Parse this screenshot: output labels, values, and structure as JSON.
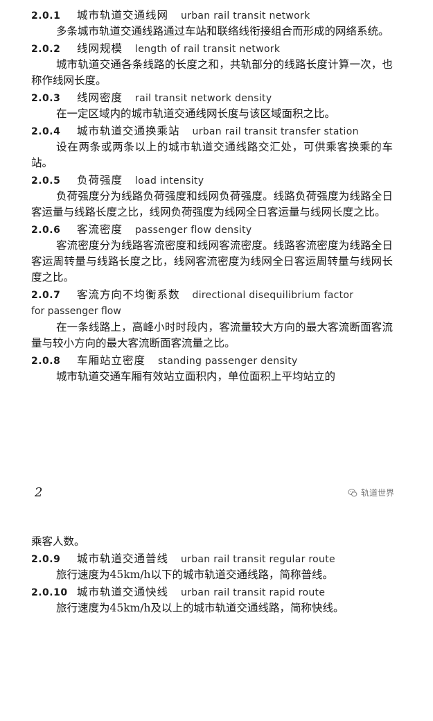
{
  "page_top": {
    "entries": [
      {
        "number": "2.0.1",
        "term_zh": "城市轨道交通线网",
        "term_en": "urban rail transit network",
        "definition": "多条城市轨道交通线路通过车站和联络线衔接组合而形成的网络系统。"
      },
      {
        "number": "2.0.2",
        "term_zh": "线网规模",
        "term_en": "length of rail transit network",
        "definition": "城市轨道交通各条线路的长度之和，共轨部分的线路长度计算一次，也称作线网长度。"
      },
      {
        "number": "2.0.3",
        "term_zh": "线网密度",
        "term_en": "rail transit network density",
        "definition": "在一定区域内的城市轨道交通线网长度与该区域面积之比。"
      },
      {
        "number": "2.0.4",
        "term_zh": "城市轨道交通换乘站",
        "term_en": "urban rail transit transfer station",
        "definition": "设在两条或两条以上的城市轨道交通线路交汇处，可供乘客换乘的车站。"
      },
      {
        "number": "2.0.5",
        "term_zh": "负荷强度",
        "term_en": "load intensity",
        "definition": "负荷强度分为线路负荷强度和线网负荷强度。线路负荷强度为线路全日客运量与线路长度之比，线网负荷强度为线网全日客运量与线网长度之比。"
      },
      {
        "number": "2.0.6",
        "term_zh": "客流密度",
        "term_en": "passenger flow density",
        "definition": "客流密度分为线路客流密度和线网客流密度。线路客流密度为线路全日客运周转量与线路长度之比，线网客流密度为线网全日客运周转量与线网长度之比。"
      },
      {
        "number": "2.0.7",
        "term_zh": "客流方向不均衡系数",
        "term_en": "directional disequilibrium factor",
        "term_en_cont": "for passenger flow",
        "definition": "在一条线路上，高峰小时时段内，客流量较大方向的最大客流断面客流量与较小方向的最大客流断面客流量之比。"
      },
      {
        "number": "2.0.8",
        "term_zh": "车厢站立密度",
        "term_en": "standing passenger density",
        "definition": "城市轨道交通车厢有效站立面积内，单位面积上平均站立的"
      }
    ],
    "page_number": "2",
    "watermark": "轨道世界",
    "watermark_icon": "wechat-icon"
  },
  "page_bottom": {
    "continuation": "乘客人数。",
    "entries": [
      {
        "number": "2.0.9",
        "term_zh": "城市轨道交通普线",
        "term_en": "urban rail transit regular route",
        "definition": "旅行速度为45km/h以下的城市轨道交通线路，简称普线。"
      },
      {
        "number": "2.0.10",
        "term_zh": "城市轨道交通快线",
        "term_en": "urban rail transit rapid route",
        "definition": "旅行速度为45km/h及以上的城市轨道交通线路，简称快线。"
      }
    ]
  }
}
